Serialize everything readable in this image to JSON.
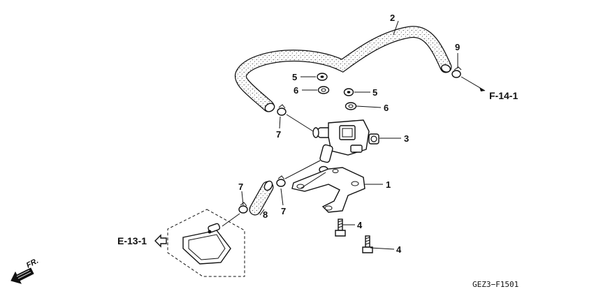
{
  "callouts": {
    "p1": "1",
    "p2": "2",
    "p3": "3",
    "p4a": "4",
    "p4b": "4",
    "p5a": "5",
    "p5b": "5",
    "p6a": "6",
    "p6b": "6",
    "p7a": "7",
    "p7b": "7",
    "p7c": "7",
    "p8": "8",
    "p9": "9"
  },
  "refs": {
    "f14": "F-14-1",
    "e13": "E-13-1"
  },
  "direction": {
    "label": "FR."
  },
  "figure_code": "GEZ3−F1501"
}
